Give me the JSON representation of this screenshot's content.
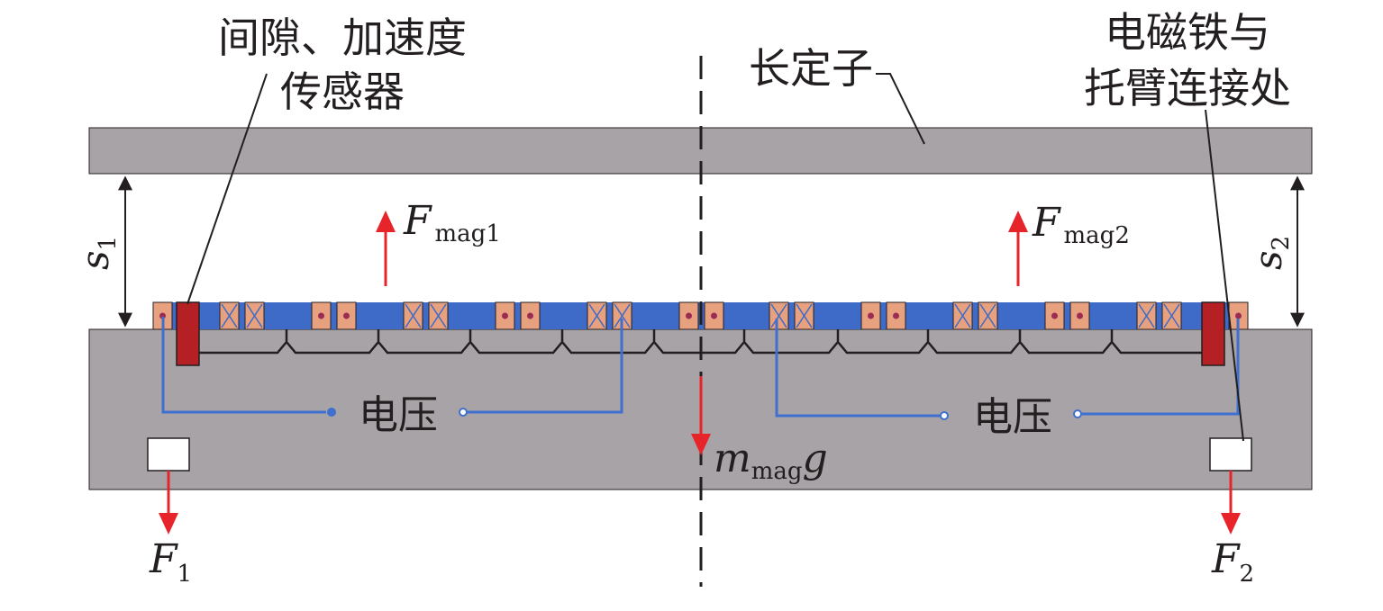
{
  "colors": {
    "plate": "#a7a3a6",
    "magnet_bar": "#3d6bc7",
    "coil": "#e8a17f",
    "coil_dot": "#9b2d55",
    "sensor": "#b52025",
    "force_arrow": "#e8242b",
    "wire": "#3f6fcf",
    "line": "#231f20"
  },
  "labels": {
    "sensor_line1": "间隙、加速度",
    "sensor_line2": "传感器",
    "stator": "长定子",
    "joint_line1": "电磁铁与",
    "joint_line2": "托臂连接处",
    "voltage_left": "电压",
    "voltage_right": "电压"
  },
  "symbols": {
    "s1_main": "s",
    "s1_sub": "1",
    "s2_main": "s",
    "s2_sub": "2",
    "fmag1_main": "F",
    "fmag1_sub": "mag1",
    "fmag2_main": "F",
    "fmag2_sub": "mag2",
    "mg_m": "m",
    "mg_sub": "mag",
    "mg_g": "g",
    "f1_main": "F",
    "f1_sub": "1",
    "f2_main": "F",
    "f2_sub": "2"
  },
  "coils": [
    {
      "type": "dot"
    },
    {
      "type": "cross"
    },
    {
      "type": "cross"
    },
    {
      "type": "dot"
    },
    {
      "type": "dot"
    },
    {
      "type": "cross"
    },
    {
      "type": "cross"
    },
    {
      "type": "dot"
    },
    {
      "type": "dot"
    },
    {
      "type": "cross"
    },
    {
      "type": "cross"
    },
    {
      "type": "dot"
    },
    {
      "type": "dot"
    },
    {
      "type": "cross"
    },
    {
      "type": "cross"
    },
    {
      "type": "dot"
    },
    {
      "type": "dot"
    },
    {
      "type": "cross"
    },
    {
      "type": "cross"
    },
    {
      "type": "dot"
    },
    {
      "type": "dot"
    },
    {
      "type": "cross"
    },
    {
      "type": "cross"
    },
    {
      "type": "dot"
    }
  ]
}
